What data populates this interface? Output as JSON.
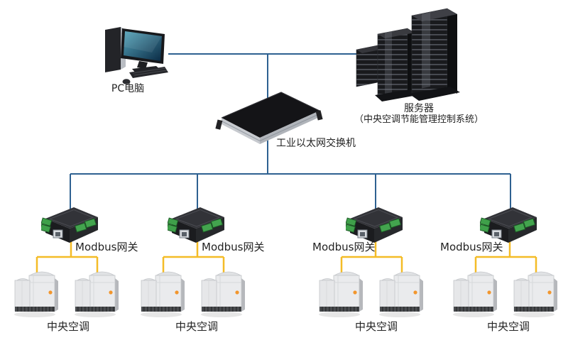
{
  "colors": {
    "ethernet_line": "#2e6191",
    "modbus_line": "#f4bc27",
    "gateway_terminal_green": "#3fa04a",
    "ac_logo_orange": "#f2962d"
  },
  "nodes": {
    "pc": {
      "label": "PC电脑"
    },
    "server": {
      "label": "服务器",
      "sublabel": "（中央空调节能管理控制系统）"
    },
    "switch": {
      "label": "工业以太网交换机"
    },
    "gateways": [
      {
        "label": "Modbus网关"
      },
      {
        "label": "Modbus网关"
      },
      {
        "label": "Modbus网关"
      },
      {
        "label": "Modbus网关"
      }
    ],
    "ac_groups": [
      {
        "label": "中央空调",
        "unit_count": 2
      },
      {
        "label": "中央空调",
        "unit_count": 2
      },
      {
        "label": "中央空调",
        "unit_count": 2
      },
      {
        "label": "中央空调",
        "unit_count": 2
      }
    ]
  }
}
